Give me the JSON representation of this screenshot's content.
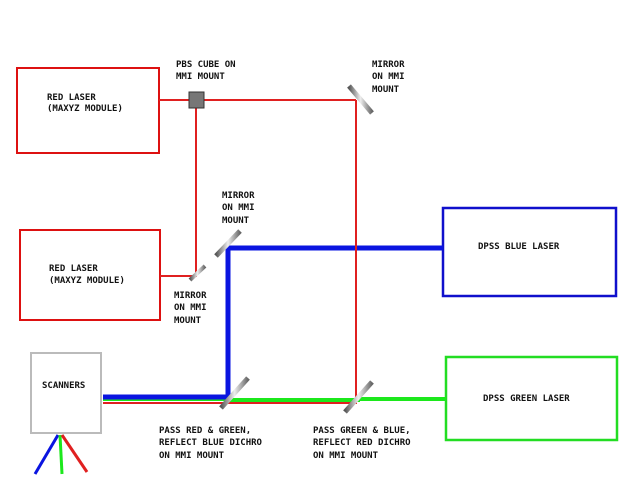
{
  "colors": {
    "red_beam": "#e02020",
    "blue_beam": "#0a14e0",
    "green_beam": "#1ce81c",
    "red_box": "#dd1111",
    "blue_box": "#1010cc",
    "green_box": "#22dd22",
    "scanner_box": "#bbbbbb",
    "cube": "#777777",
    "mirror": "#999999"
  },
  "components": {
    "red_laser_1": {
      "line1": "RED LASER",
      "line2": "(MAXYZ MODULE)"
    },
    "red_laser_2": {
      "line1": "RED LASER",
      "line2": "(MAXYZ MODULE)"
    },
    "blue_laser": {
      "label": "DPSS BLUE LASER"
    },
    "green_laser": {
      "label": "DPSS GREEN LASER"
    },
    "scanners": {
      "label": "SCANNERS"
    }
  },
  "labels": {
    "pbs_cube": {
      "line1": "PBS CUBE ON",
      "line2": "MMI MOUNT"
    },
    "mirror_top_right": {
      "line1": "MIRROR",
      "line2": "ON MMI",
      "line3": "MOUNT"
    },
    "mirror_middle": {
      "line1": "MIRROR",
      "line2": "ON MMI",
      "line3": "MOUNT"
    },
    "mirror_lower": {
      "line1": "MIRROR",
      "line2": "ON MMI",
      "line3": "MOUNT"
    },
    "dichro_blue": {
      "line1": "PASS RED & GREEN,",
      "line2": "REFLECT BLUE DICHRO",
      "line3": "ON MMI MOUNT"
    },
    "dichro_red": {
      "line1": "PASS GREEN & BLUE,",
      "line2": "REFLECT RED DICHRO",
      "line3": "ON MMI MOUNT"
    }
  }
}
